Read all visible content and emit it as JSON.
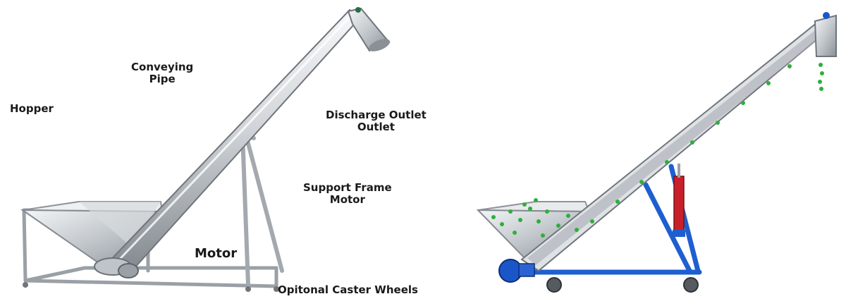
{
  "labels": {
    "hopper": "Hopper",
    "conveying_pipe_line1": "Conveying",
    "conveying_pipe_line2": "Pipe",
    "discharge_line1": "Discharge Outlet",
    "discharge_line2": "Outlet",
    "support_line1": "Support Frame",
    "support_line2": "Motor",
    "motor": "Motor",
    "caster": "Opitonal Caster Wheels"
  },
  "colors": {
    "steel_light": "#e4e7ea",
    "steel_mid": "#b9bec4",
    "steel_dark": "#7d848b",
    "frame_blue": "#1e5fd0",
    "cylinder_red": "#c8202a",
    "particle_green": "#2fae3c",
    "motor_blue": "#1a56c8",
    "text": "#1a1a1a"
  }
}
